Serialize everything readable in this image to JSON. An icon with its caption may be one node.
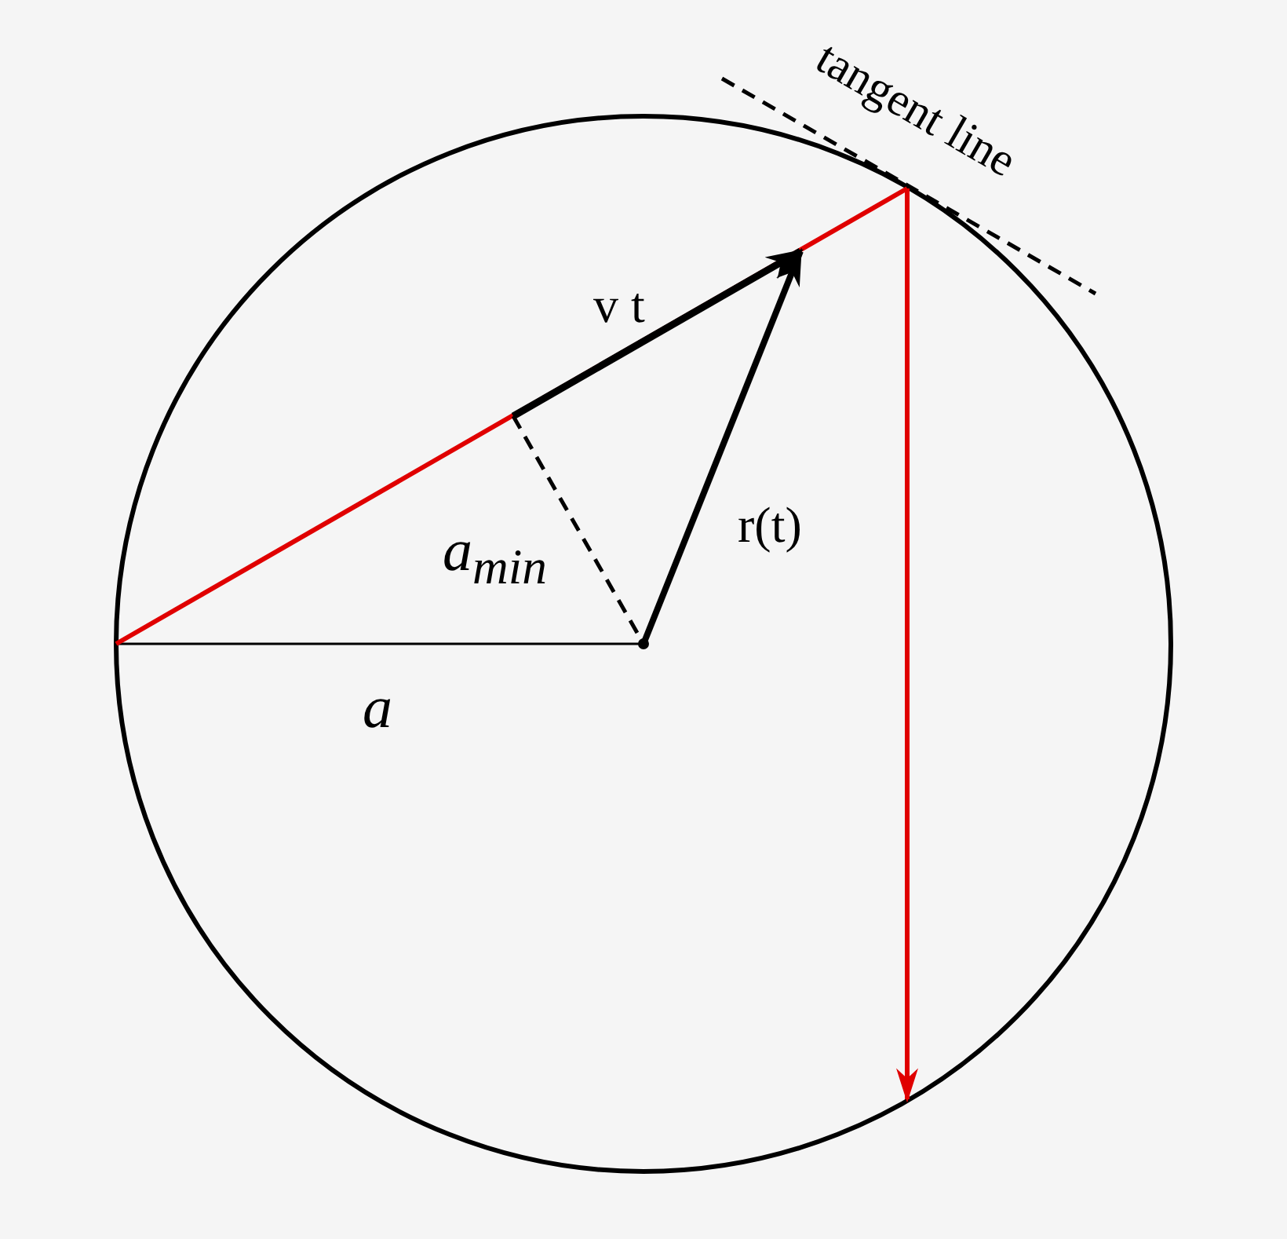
{
  "diagram": {
    "labels": [
      "tangent line",
      "v t",
      "r(t)",
      "a$_{min}$",
      "a"
    ]
  }
}
